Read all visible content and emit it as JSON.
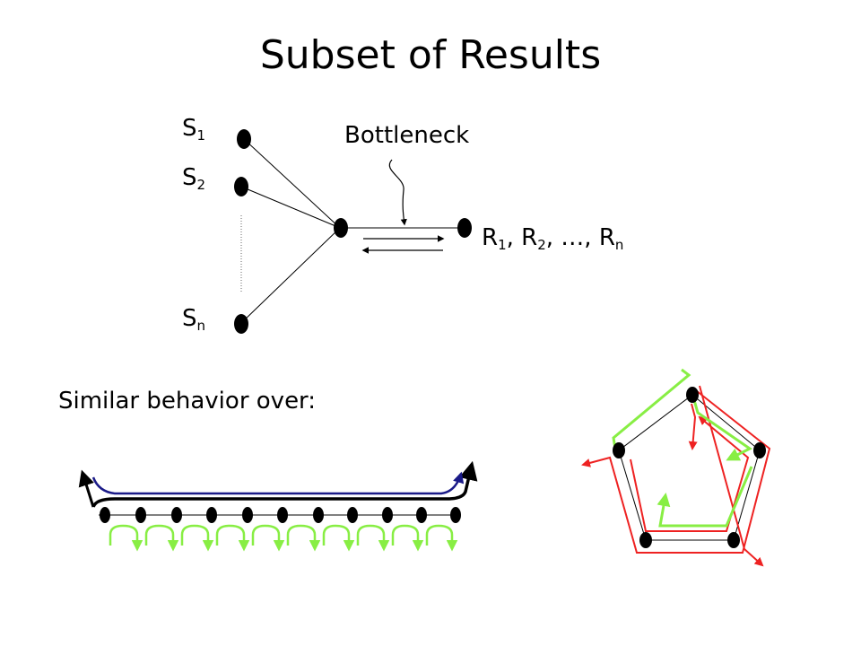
{
  "slide": {
    "title": "Subset of Results"
  },
  "topology": {
    "senders": [
      {
        "letter": "S",
        "sub": "1"
      },
      {
        "letter": "S",
        "sub": "2"
      },
      {
        "letter": "S",
        "sub": "n"
      }
    ],
    "bottleneck_label": "Bottleneck",
    "receivers": {
      "r1": "R",
      "r1_sub": "1",
      "sep1": ", ",
      "r2": "R",
      "r2_sub": "2",
      "sep2": ", …, ",
      "rn": "R",
      "rn_sub": "n"
    }
  },
  "caption": "Similar behavior over:",
  "colors": {
    "flow_green": "#88ee44",
    "flow_red": "#ee2222",
    "flow_blue": "#1a1a88",
    "node": "#000000"
  }
}
